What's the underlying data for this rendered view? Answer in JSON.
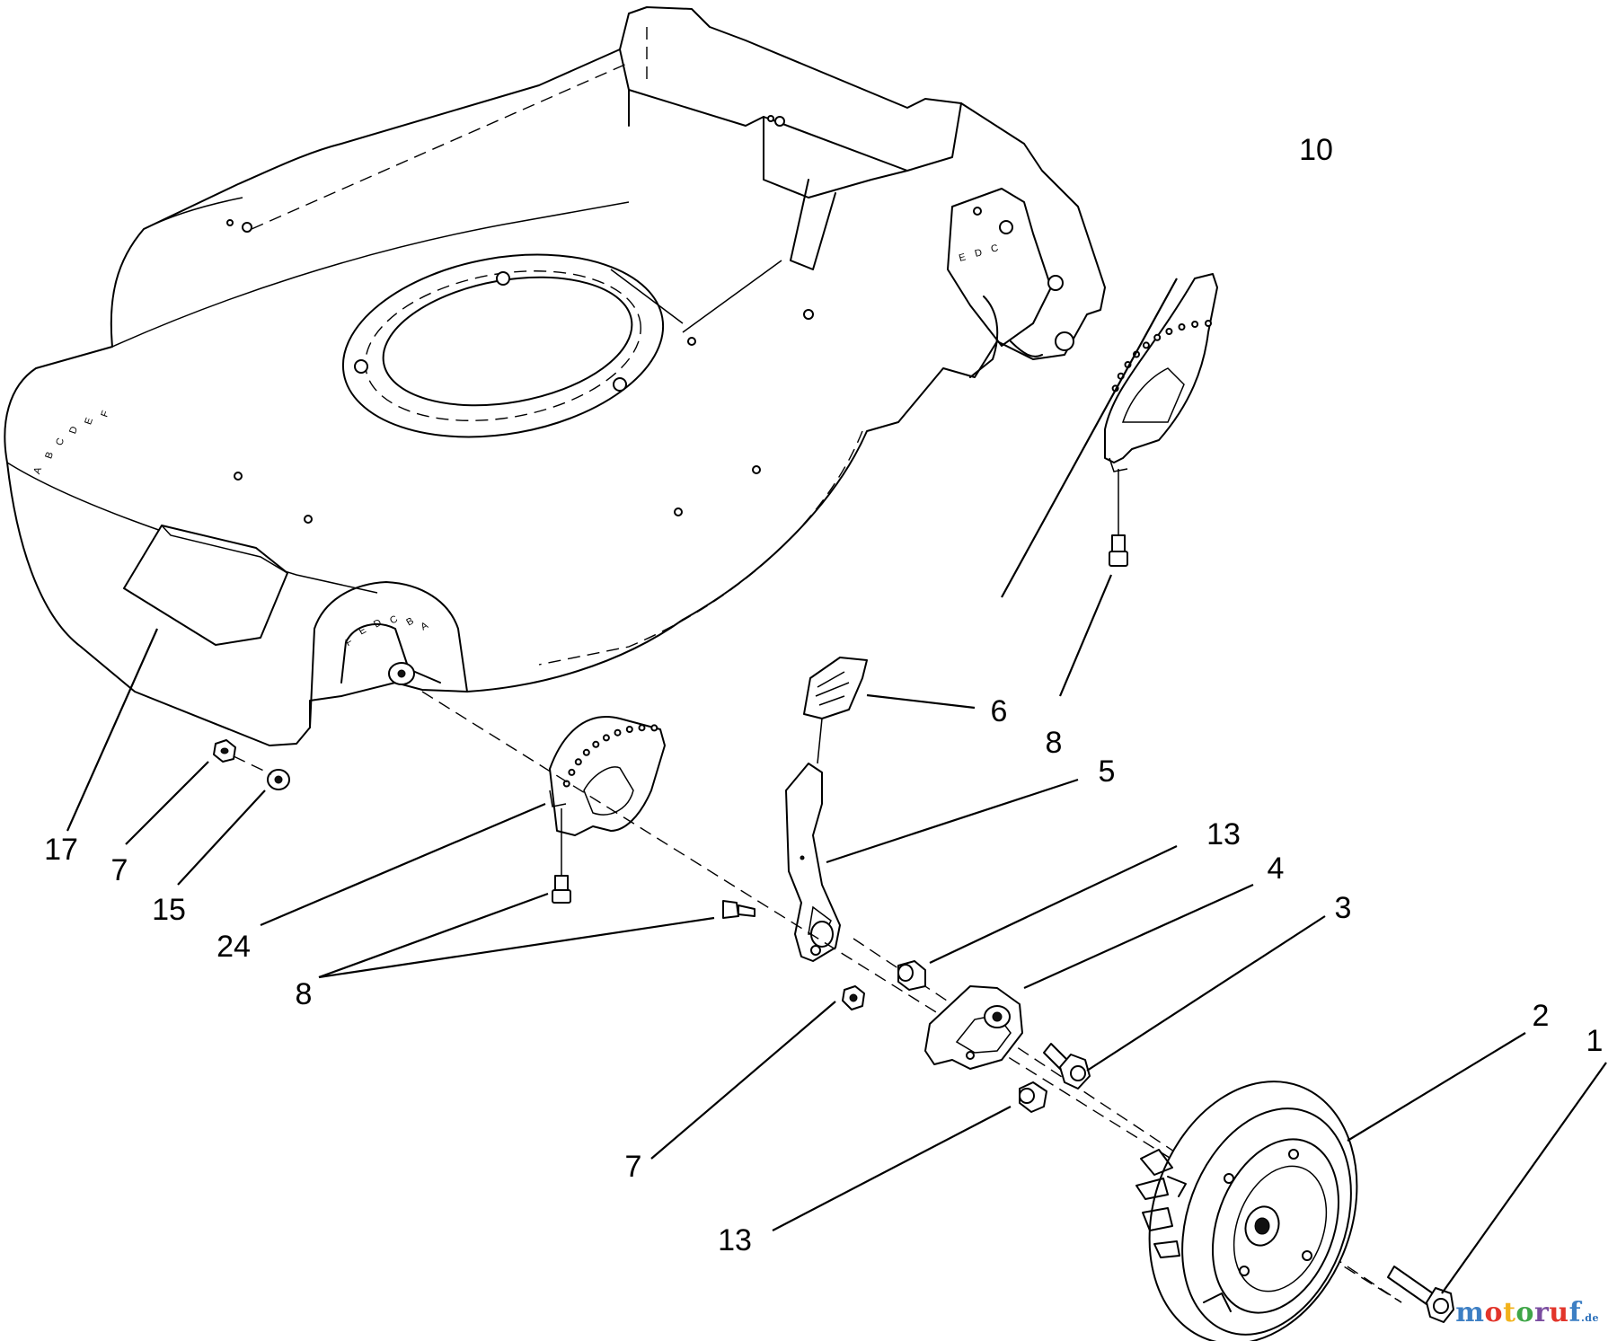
{
  "diagram": {
    "callouts": [
      {
        "id": "c1",
        "text": "1"
      },
      {
        "id": "c2",
        "text": "2"
      },
      {
        "id": "c3",
        "text": "3"
      },
      {
        "id": "c4",
        "text": "4"
      },
      {
        "id": "c5",
        "text": "5"
      },
      {
        "id": "c6",
        "text": "6"
      },
      {
        "id": "c7a",
        "text": "7"
      },
      {
        "id": "c7b",
        "text": "7"
      },
      {
        "id": "c8a",
        "text": "8"
      },
      {
        "id": "c8b",
        "text": "8"
      },
      {
        "id": "c10",
        "text": "10"
      },
      {
        "id": "c13a",
        "text": "13"
      },
      {
        "id": "c13b",
        "text": "13"
      },
      {
        "id": "c15",
        "text": "15"
      },
      {
        "id": "c17",
        "text": "17"
      },
      {
        "id": "c24",
        "text": "24"
      }
    ],
    "height_scale_left": [
      "A",
      "B",
      "C",
      "D",
      "E",
      "F"
    ],
    "height_scale_rear": [
      "E",
      "D",
      "C"
    ]
  },
  "watermark": {
    "letters": [
      "m",
      "o",
      "t",
      "o",
      "r",
      "u",
      "f"
    ],
    "colors": [
      "#3d7fc4",
      "#e2352b",
      "#f2b21b",
      "#3fa648",
      "#7a4da0",
      "#e2352b",
      "#3d7fc4"
    ],
    "suffix": ".de"
  }
}
